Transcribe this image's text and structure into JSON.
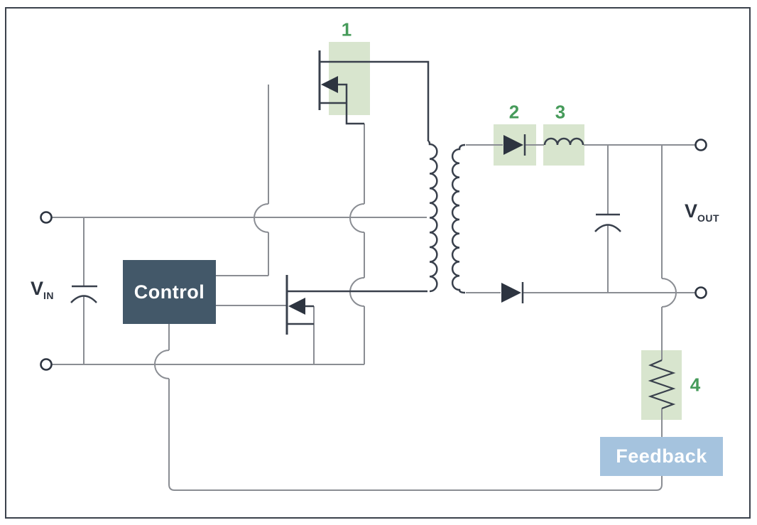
{
  "labels": {
    "vin": {
      "base": "V",
      "sub": "IN"
    },
    "vout": {
      "base": "V",
      "sub": "OUT"
    }
  },
  "blocks": {
    "control": {
      "label": "Control"
    },
    "feedback": {
      "label": "Feedback"
    }
  },
  "callouts": [
    {
      "number": "1"
    },
    {
      "number": "2"
    },
    {
      "number": "3"
    },
    {
      "number": "4"
    }
  ],
  "components": {
    "1": "high-side-switch-transistor",
    "2": "rectifier-diode",
    "3": "output-inductor",
    "4": "feedback-resistor",
    "others": [
      "input-terminals",
      "input-capacitor",
      "low-side-switch-transistor",
      "transformer",
      "lower-rectifier-diode",
      "output-capacitor",
      "output-terminals"
    ]
  },
  "colors": {
    "background": "#ffffff",
    "frame_border": "#3b424c",
    "wire": "#8a8d93",
    "component_stroke": "#39404c",
    "component_fill": "#2d3440",
    "highlight_box": "#d8e5ce",
    "callout_text": "#469b5a",
    "control_block": "#435869",
    "feedback_block": "#a5c3de",
    "block_text": "#ffffff"
  }
}
